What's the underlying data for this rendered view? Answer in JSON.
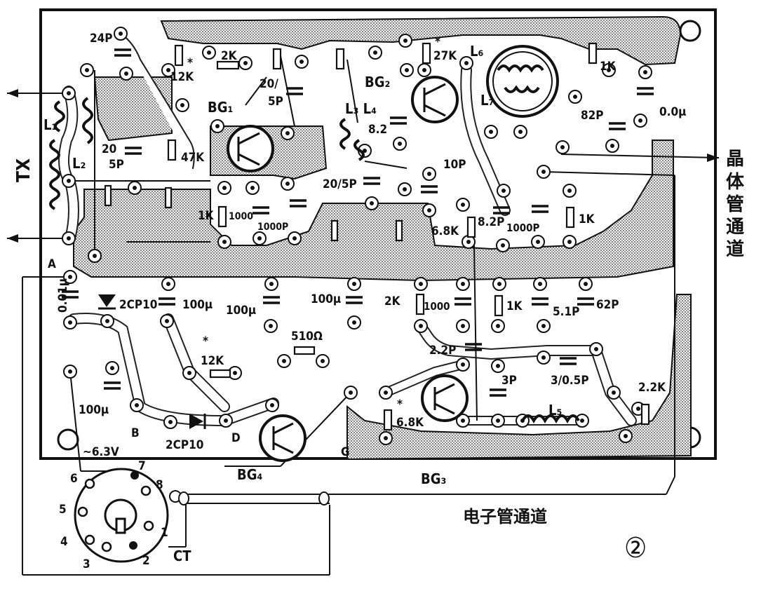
{
  "board": {
    "left_io_label": "TX",
    "right_io_label": "晶体管通道",
    "bottom_io_label": "电子管通道",
    "figure_number": "②",
    "filament_label": "~6.3V",
    "ct_label": "CT"
  },
  "nodes": {
    "A": "A",
    "B": "B",
    "D": "D",
    "G": "G"
  },
  "transistors": [
    {
      "id": "BG1",
      "label": "BG₁"
    },
    {
      "id": "BG2",
      "label": "BG₂"
    },
    {
      "id": "BG3",
      "label": "BG₃"
    },
    {
      "id": "BG4",
      "label": "BG₄"
    }
  ],
  "inductors": [
    {
      "id": "L1",
      "label": "L₁"
    },
    {
      "id": "L2",
      "label": "L₂"
    },
    {
      "id": "L3L4",
      "label": "L₃ L₄"
    },
    {
      "id": "L5",
      "label": "L₅"
    },
    {
      "id": "L6",
      "label": "L₆"
    },
    {
      "id": "L7",
      "label": "L₇"
    }
  ],
  "component_labels": {
    "c_24p": "24P",
    "r_12k_top": "12K",
    "r_2k_top": "2K",
    "c_20_5p_a_top": "20/",
    "c_20_5p_a_bot": "5P",
    "c_20_5p_b_top": "20",
    "c_20_5p_b_bot": "5P",
    "r_47k": "47K",
    "r_1k_left": "1K",
    "r_1000": "1000",
    "c_1000p_left": "1000P",
    "c_8_2_top": "8.2",
    "c_20_5p_c": "20/5P",
    "r_27k": "27K",
    "c_10p": "10P",
    "r_6_8k_mid": "6.8K",
    "c_8_2p_mid": "8.2P",
    "c_1000p_mid": "1000P",
    "r_1k_mid": "1K",
    "r_1k_tr": "1K",
    "c_82p": "82P",
    "c_0_01u_tr": "0.0μ",
    "c_0_01u_left": "0.01μ",
    "d_2cp10_top": "2CP10",
    "c_100u_1": "100μ",
    "c_100u_2": "100μ",
    "c_100u_3": "100μ",
    "c_100u_4": "100μ",
    "r_12k_bot": "12K",
    "r_510": "510Ω",
    "d_2cp10_bot": "2CP10",
    "r_2k_bot": "2K",
    "r_1000_bot": "1000",
    "r_1k_bot": "1K",
    "c_5_1p": "5.1P",
    "c_62p": "62P",
    "c_2_2p": "2.2P",
    "c_3p": "3P",
    "c_3_0_5p": "3/0.5P",
    "r_2_2k": "2.2K",
    "r_6_8k_bot": "6.8K",
    "star": "*"
  },
  "tube_socket_pins": [
    "1",
    "2",
    "3",
    "4",
    "5",
    "6",
    "7",
    "8"
  ]
}
